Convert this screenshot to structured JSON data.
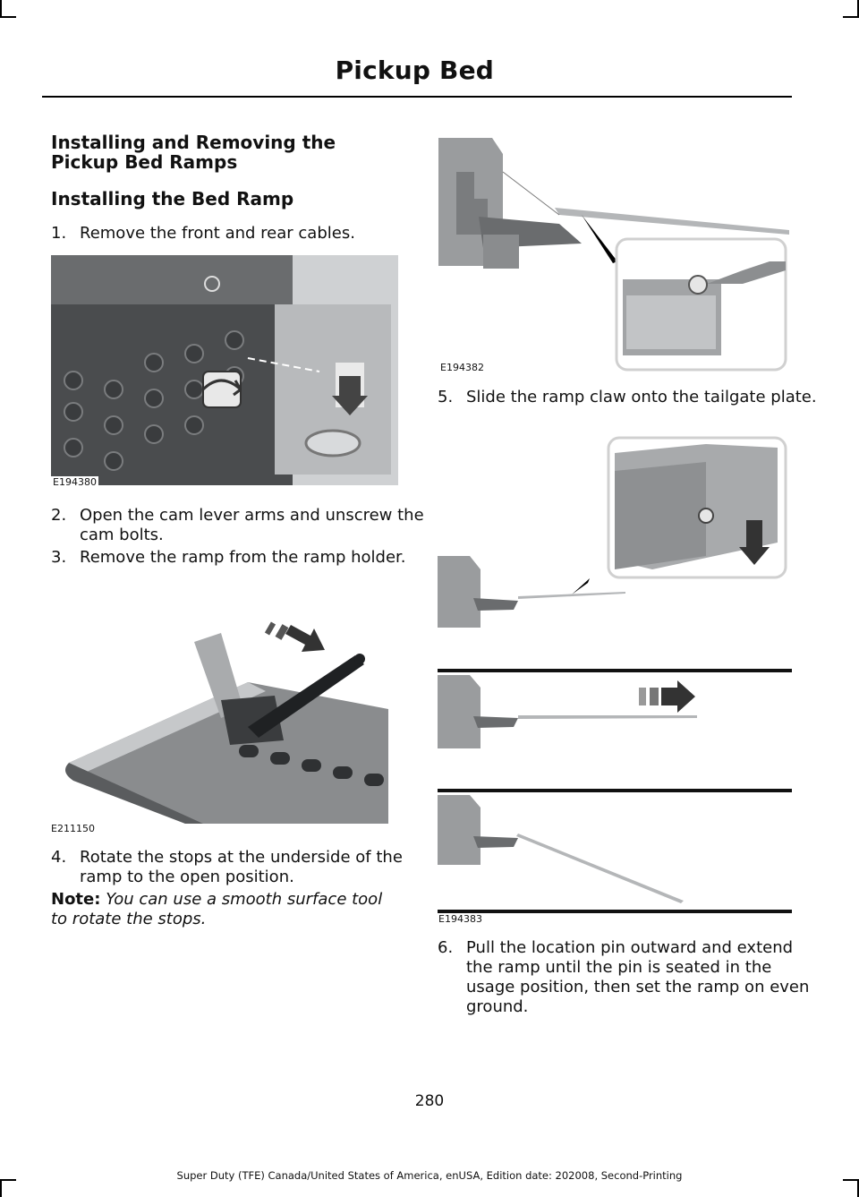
{
  "header": {
    "title": "Pickup Bed"
  },
  "section": {
    "heading": "Installing and Removing the Pickup Bed Ramps",
    "subheading": "Installing the Bed Ramp"
  },
  "steps": [
    {
      "num": "1.",
      "text": "Remove the front and rear cables."
    },
    {
      "num": "2.",
      "text": "Open the cam lever arms and unscrew the cam bolts."
    },
    {
      "num": "3.",
      "text": "Remove the ramp from the ramp holder."
    },
    {
      "num": "4.",
      "text": "Rotate the stops at the underside of the ramp to the open position."
    },
    {
      "num": "5.",
      "text": "Slide the ramp claw onto the tailgate plate."
    },
    {
      "num": "6.",
      "text": "Pull the location pin outward and extend the ramp until the pin is seated in the usage position, then set the ramp on even ground."
    }
  ],
  "note": {
    "label": "Note:",
    "text": "You can use a smooth surface tool to rotate the stops."
  },
  "figures": {
    "fig1": "E194380",
    "fig2": "E211150",
    "fig3": "E194382",
    "fig4": "E194383"
  },
  "page_number": "280",
  "footer": "Super Duty (TFE) Canada/United States of America, enUSA, Edition date: 202008, Second-Printing"
}
